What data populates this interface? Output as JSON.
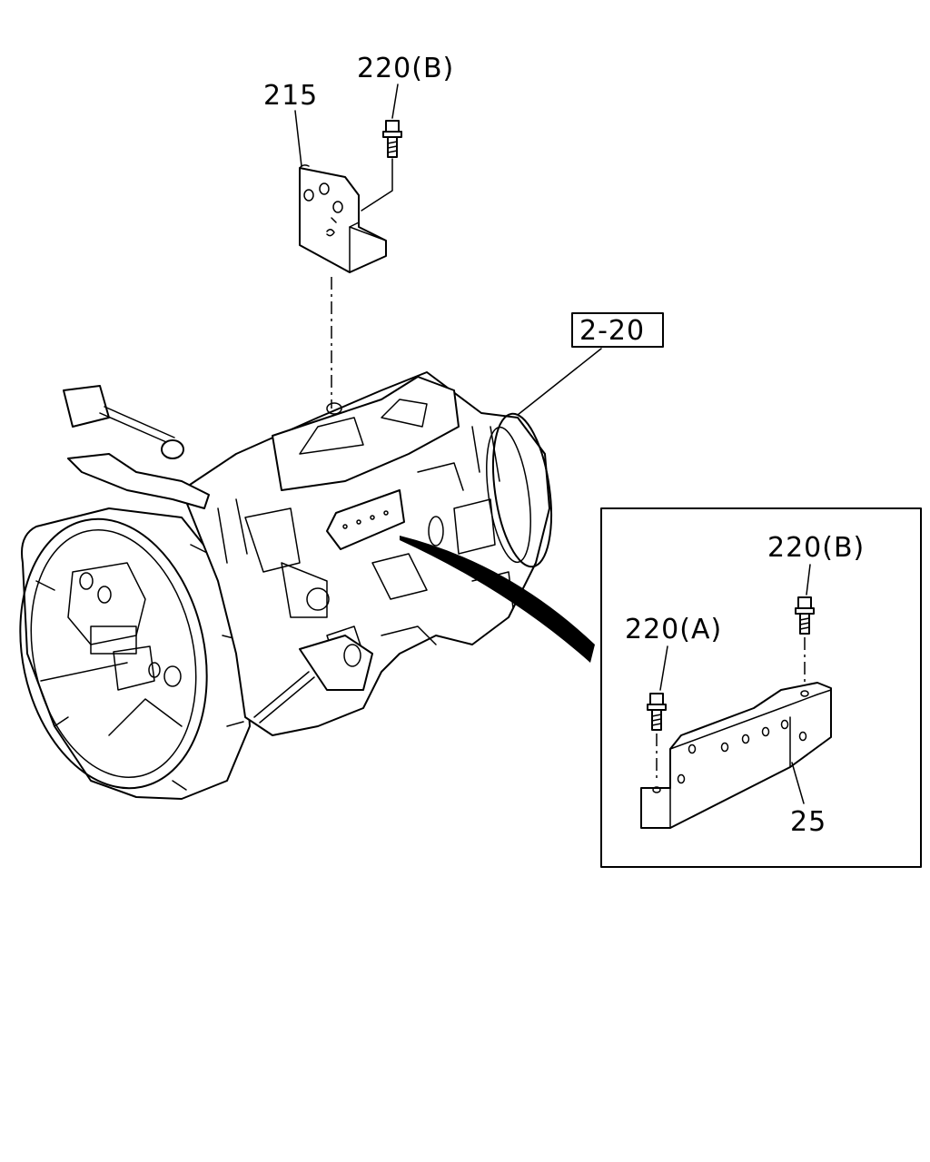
{
  "labels": {
    "bracket_upper": "215",
    "bolt_upper": "220(B)",
    "transmission_ref": "2-20",
    "bolt_detail_b": "220(B)",
    "bolt_detail_a": "220(A)",
    "bracket_lower": "25"
  },
  "icons": {
    "bolt": "hex-flange-bolt",
    "bracket": "l-bracket"
  }
}
